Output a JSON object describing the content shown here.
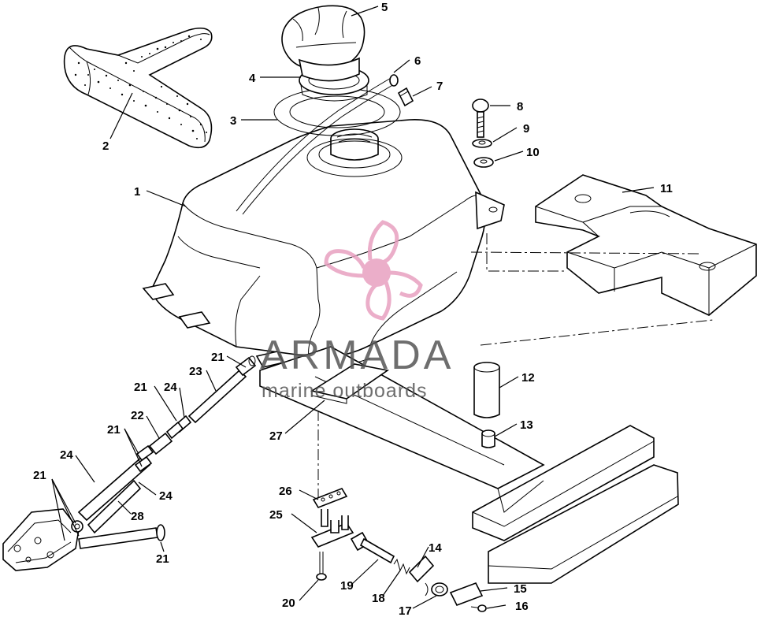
{
  "watermark": {
    "brand": "ARMADA",
    "tagline": "marine outboards",
    "logo_color": "#e8a0c0",
    "text_color": "#555555"
  },
  "callouts": [
    "1",
    "2",
    "3",
    "4",
    "5",
    "6",
    "7",
    "8",
    "9",
    "10",
    "11",
    "12",
    "13",
    "14",
    "15",
    "16",
    "17",
    "18",
    "19",
    "20",
    "21",
    "21",
    "21",
    "21",
    "21",
    "22",
    "23",
    "24",
    "24",
    "24",
    "25",
    "26",
    "27",
    "28"
  ]
}
